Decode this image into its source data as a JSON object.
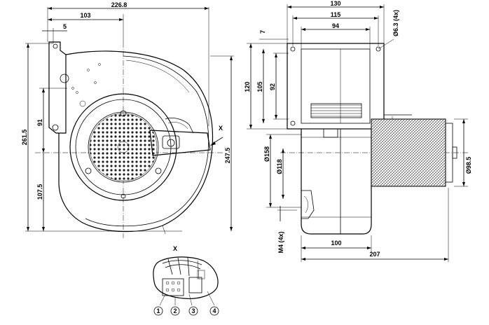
{
  "dimensions": {
    "front_width_total": "226.8",
    "front_width_partial": "103",
    "front_offset": "5",
    "front_height_total": "261.5",
    "front_height_upper": "91",
    "front_height_lower": "107.5",
    "front_height_right": "247.5",
    "side_width_outer": "130",
    "side_width_mid": "115",
    "side_width_inner": "94",
    "side_hole": "Ø6.3 (4x)",
    "side_offset": "7",
    "side_height_total": "120",
    "side_height_mid": "105",
    "side_height_inner": "92",
    "side_dia_outer": "Ø158",
    "side_dia_inner": "Ø118",
    "side_motor_dia": "Ø98.5",
    "side_thread": "M4 (4x)",
    "side_depth_base": "100",
    "side_depth_total": "207"
  },
  "view_labels": {
    "front_marker": "X",
    "detail_title": "X"
  },
  "callouts": [
    "1",
    "2",
    "3",
    "4"
  ]
}
